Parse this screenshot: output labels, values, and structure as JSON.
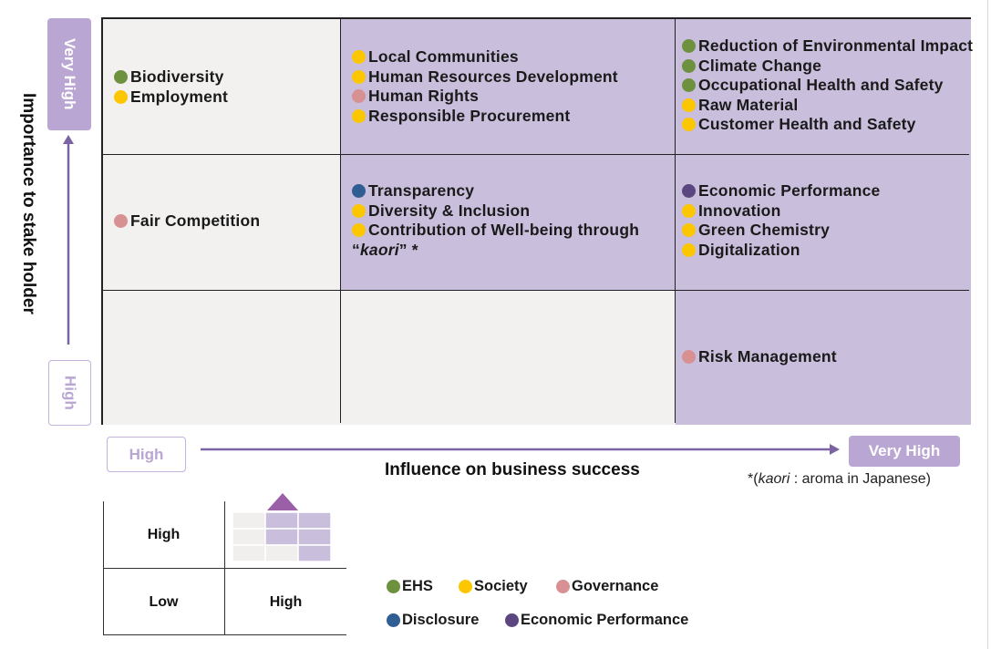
{
  "colors": {
    "ehs": "#6e9140",
    "society": "#fcc600",
    "governance": "#d89193",
    "disclosure": "#2f5d94",
    "economic": "#5c4680",
    "purple_cell": "#c9bedc",
    "gray_cell": "#f2f1ef",
    "pill": "#b9a6d2"
  },
  "y_axis": {
    "title": "Importance to stake holder",
    "high": "High",
    "very_high": "Very High"
  },
  "x_axis": {
    "title": "Influence on business success",
    "high": "High",
    "very_high": "Very High"
  },
  "footnote": {
    "prefix": "*(",
    "term": "kaori",
    "suffix": " : aroma in Japanese)"
  },
  "matrix": {
    "top_left": [
      {
        "label": "Biodiversity",
        "category": "ehs"
      },
      {
        "label": "Employment",
        "category": "society"
      }
    ],
    "top_middle": [
      {
        "label": "Local Communities",
        "category": "society"
      },
      {
        "label": "Human Resources Development",
        "category": "society"
      },
      {
        "label": "Human Rights",
        "category": "governance"
      },
      {
        "label": "Responsible Procurement",
        "category": "society"
      }
    ],
    "top_right": [
      {
        "label": "Reduction of Environmental Impact",
        "category": "ehs"
      },
      {
        "label": "Climate Change",
        "category": "ehs"
      },
      {
        "label": "Occupational Health and Safety",
        "category": "ehs"
      },
      {
        "label": "Raw Material",
        "category": "society"
      },
      {
        "label": "Customer Health and Safety",
        "category": "society"
      }
    ],
    "mid_left": [
      {
        "label": "Fair Competition",
        "category": "governance"
      }
    ],
    "mid_middle": [
      {
        "label": "Transparency",
        "category": "disclosure"
      },
      {
        "label": "Diversity & Inclusion",
        "category": "society"
      },
      {
        "label": "Contribution of Well-being through",
        "category": "society"
      }
    ],
    "mid_middle_cont": {
      "open": "“",
      "term": "kaori",
      "close": "” *"
    },
    "mid_right": [
      {
        "label": "Economic Performance",
        "category": "economic"
      },
      {
        "label": "Innovation",
        "category": "society"
      },
      {
        "label": "Green Chemistry",
        "category": "society"
      },
      {
        "label": "Digitalization",
        "category": "society"
      }
    ],
    "bottom_right": [
      {
        "label": "Risk Management",
        "category": "governance"
      }
    ]
  },
  "key_table": {
    "row1": "High",
    "row2": "Low",
    "col": "High"
  },
  "legend": [
    {
      "label": "EHS",
      "category": "ehs"
    },
    {
      "label": "Society",
      "category": "society"
    },
    {
      "label": "Governance",
      "category": "governance"
    },
    {
      "label": "Disclosure",
      "category": "disclosure"
    },
    {
      "label": "Economic Performance",
      "category": "economic"
    }
  ]
}
